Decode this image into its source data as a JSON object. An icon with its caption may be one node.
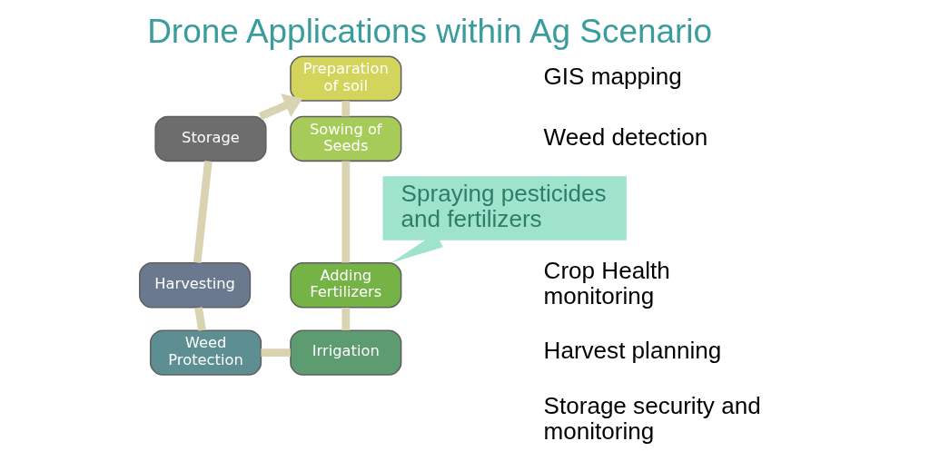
{
  "diagram": {
    "title": "Drone Applications within Ag Scenario",
    "nodes": [
      {
        "text": [
          "Preparation of soil"
        ]
      },
      {
        "text": [
          "Sowing of Seeds"
        ]
      },
      {
        "text": [
          "Adding Fertilizers"
        ]
      },
      {
        "text": [
          "Irrigation"
        ]
      },
      {
        "text": [
          "Weed Protection"
        ]
      },
      {
        "text": [
          "Harvesting"
        ]
      },
      {
        "text": [
          "Storage"
        ]
      },
      {
        "text": [
          "Spraying pesticides and fertilizers"
        ]
      }
    ],
    "edges": [
      {
        "from": 0,
        "to": 1,
        "arrow": "none"
      },
      {
        "from": 1,
        "to": 2,
        "arrow": "none"
      },
      {
        "from": 2,
        "to": 3,
        "arrow": "none"
      },
      {
        "from": 3,
        "to": 4,
        "arrow": "none"
      },
      {
        "from": 4,
        "to": 5,
        "arrow": "none"
      },
      {
        "from": 5,
        "to": 6,
        "arrow": "none"
      },
      {
        "from": 6,
        "to": 0,
        "arrow": "to"
      },
      {
        "from": 7,
        "to": 2,
        "arrow": "none",
        "style": "thick",
        "color": "#9fe3cd"
      }
    ],
    "labels": [
      "GIS mapping",
      "Weed detection",
      "Crop Health monitoring",
      "Harvest planning",
      "Storage security and monitoring"
    ]
  }
}
